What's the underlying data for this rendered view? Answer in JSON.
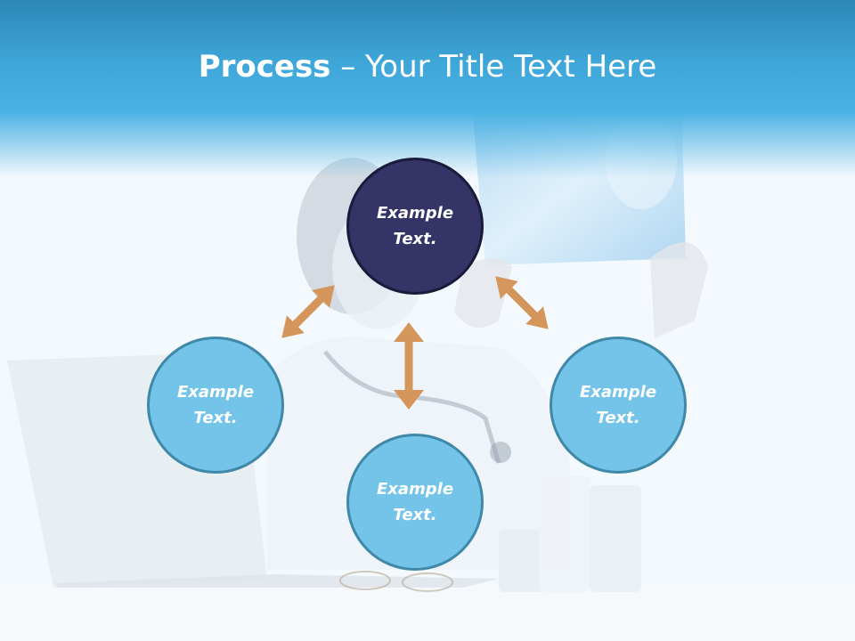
{
  "slide": {
    "title_bold": "Process",
    "title_rest": " – Your Title Text Here"
  },
  "diagram": {
    "nodes": [
      {
        "id": "top",
        "text": "Example\nText.",
        "style": "dark"
      },
      {
        "id": "left",
        "text": "Example\nText.",
        "style": "light"
      },
      {
        "id": "bottom",
        "text": "Example\nText.",
        "style": "light"
      },
      {
        "id": "right",
        "text": "Example\nText.",
        "style": "light"
      }
    ]
  },
  "colors": {
    "header": "#3ea6d8",
    "node_light": "#74c4ea",
    "node_dark": "#343466",
    "arrow": "#d4965a"
  }
}
